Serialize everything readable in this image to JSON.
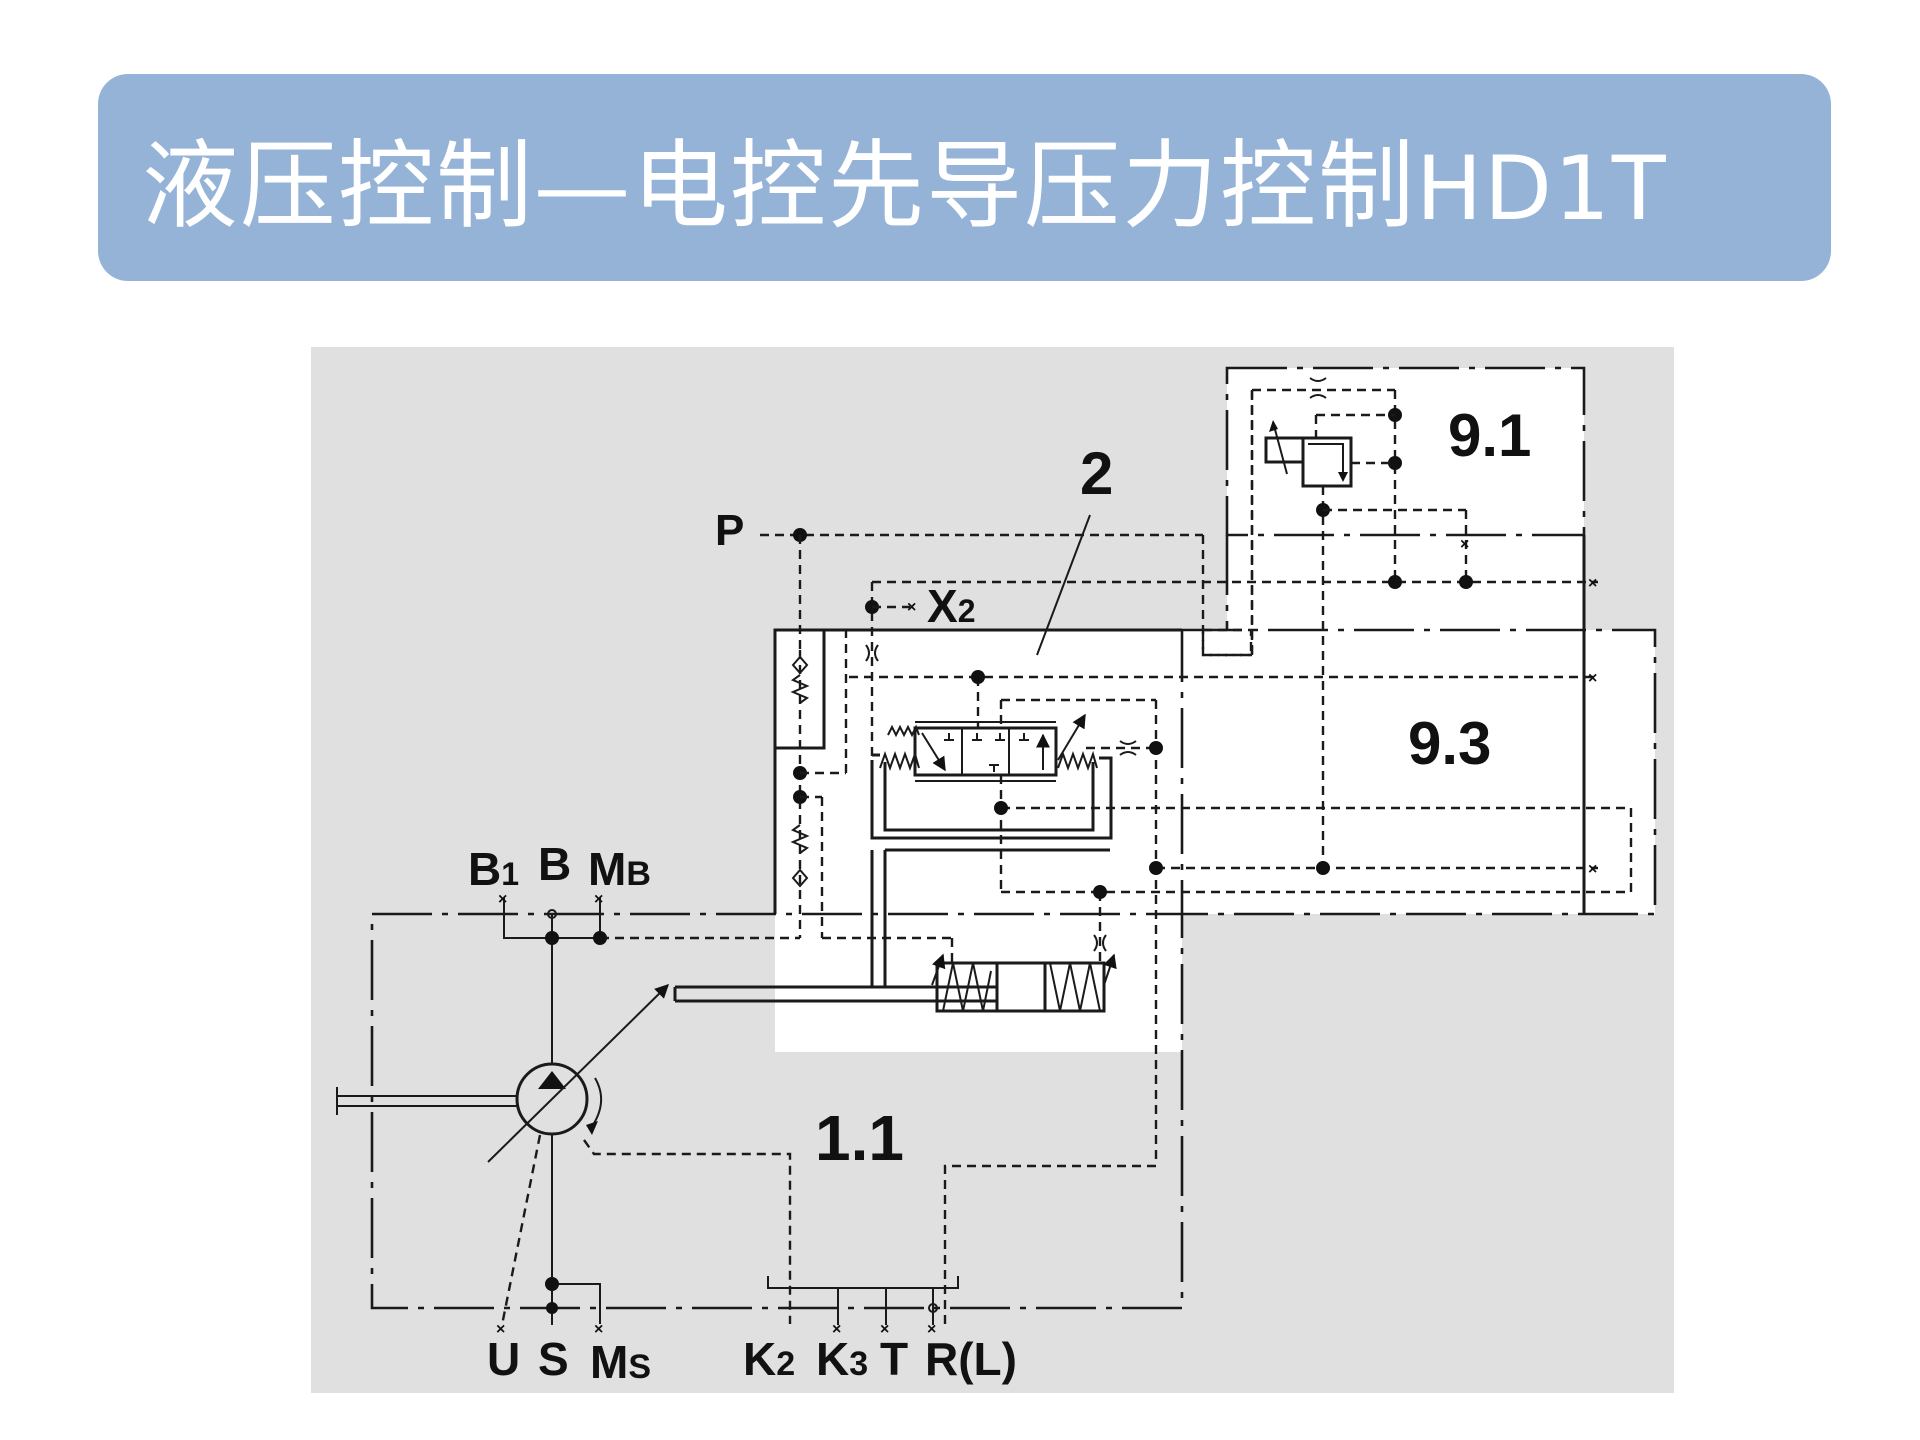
{
  "title": {
    "cjk": "液压控制—电控先导压力控制",
    "latin": "HD1T"
  },
  "colors": {
    "banner": "#95b3d7",
    "panel": "#e0e0e0",
    "block": "#ffffff",
    "line": "#1a1a1a"
  },
  "diagram": {
    "assembly_labels": {
      "pilot_block": "2",
      "module_91": "9.1",
      "module_93": "9.3",
      "pump_unit": "1.1"
    },
    "ports": {
      "P": "P",
      "X2_main": "X",
      "X2_sub": "2",
      "B1_main": "B",
      "B1_sub": "1",
      "B": "B",
      "MB_main": "M",
      "MB_sub": "B",
      "U": "U",
      "S": "S",
      "MS_main": "M",
      "MS_sub": "S",
      "K2_main": "K",
      "K2_sub": "2",
      "K3_main": "K",
      "K3_sub": "3",
      "T": "T",
      "RL": "R(L)"
    },
    "symbols": [
      "variable-displacement-pump-icon",
      "rotation-direction-arrow-icon",
      "drive-shaft-icon",
      "check-valve-icon",
      "proportional-directional-valve-icon",
      "solenoid-pressure-reducing-valve-icon",
      "orifice-icon",
      "control-cylinder-icon",
      "spring-icon"
    ]
  }
}
